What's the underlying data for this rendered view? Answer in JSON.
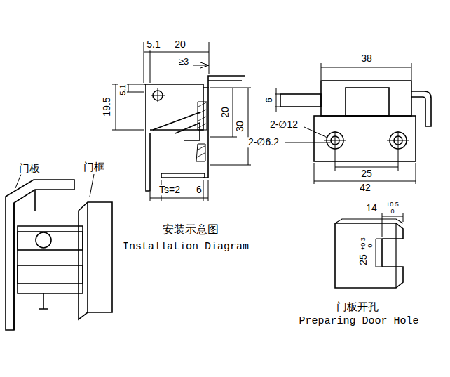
{
  "diagram": {
    "labels": [
      "5.1",
      "20",
      "≥3",
      "19.5",
      "5.1",
      "20",
      "30",
      "Ts=2",
      "6",
      "38",
      "6",
      "2-∅12",
      "2-∅6.2",
      "25",
      "42",
      "门板",
      "门框",
      "安装示意图",
      "Installation Diagram",
      "14",
      "+0.5",
      "0",
      "25",
      "+0.3",
      "0",
      "门板开孔",
      "Preparing Door Hole"
    ]
  }
}
